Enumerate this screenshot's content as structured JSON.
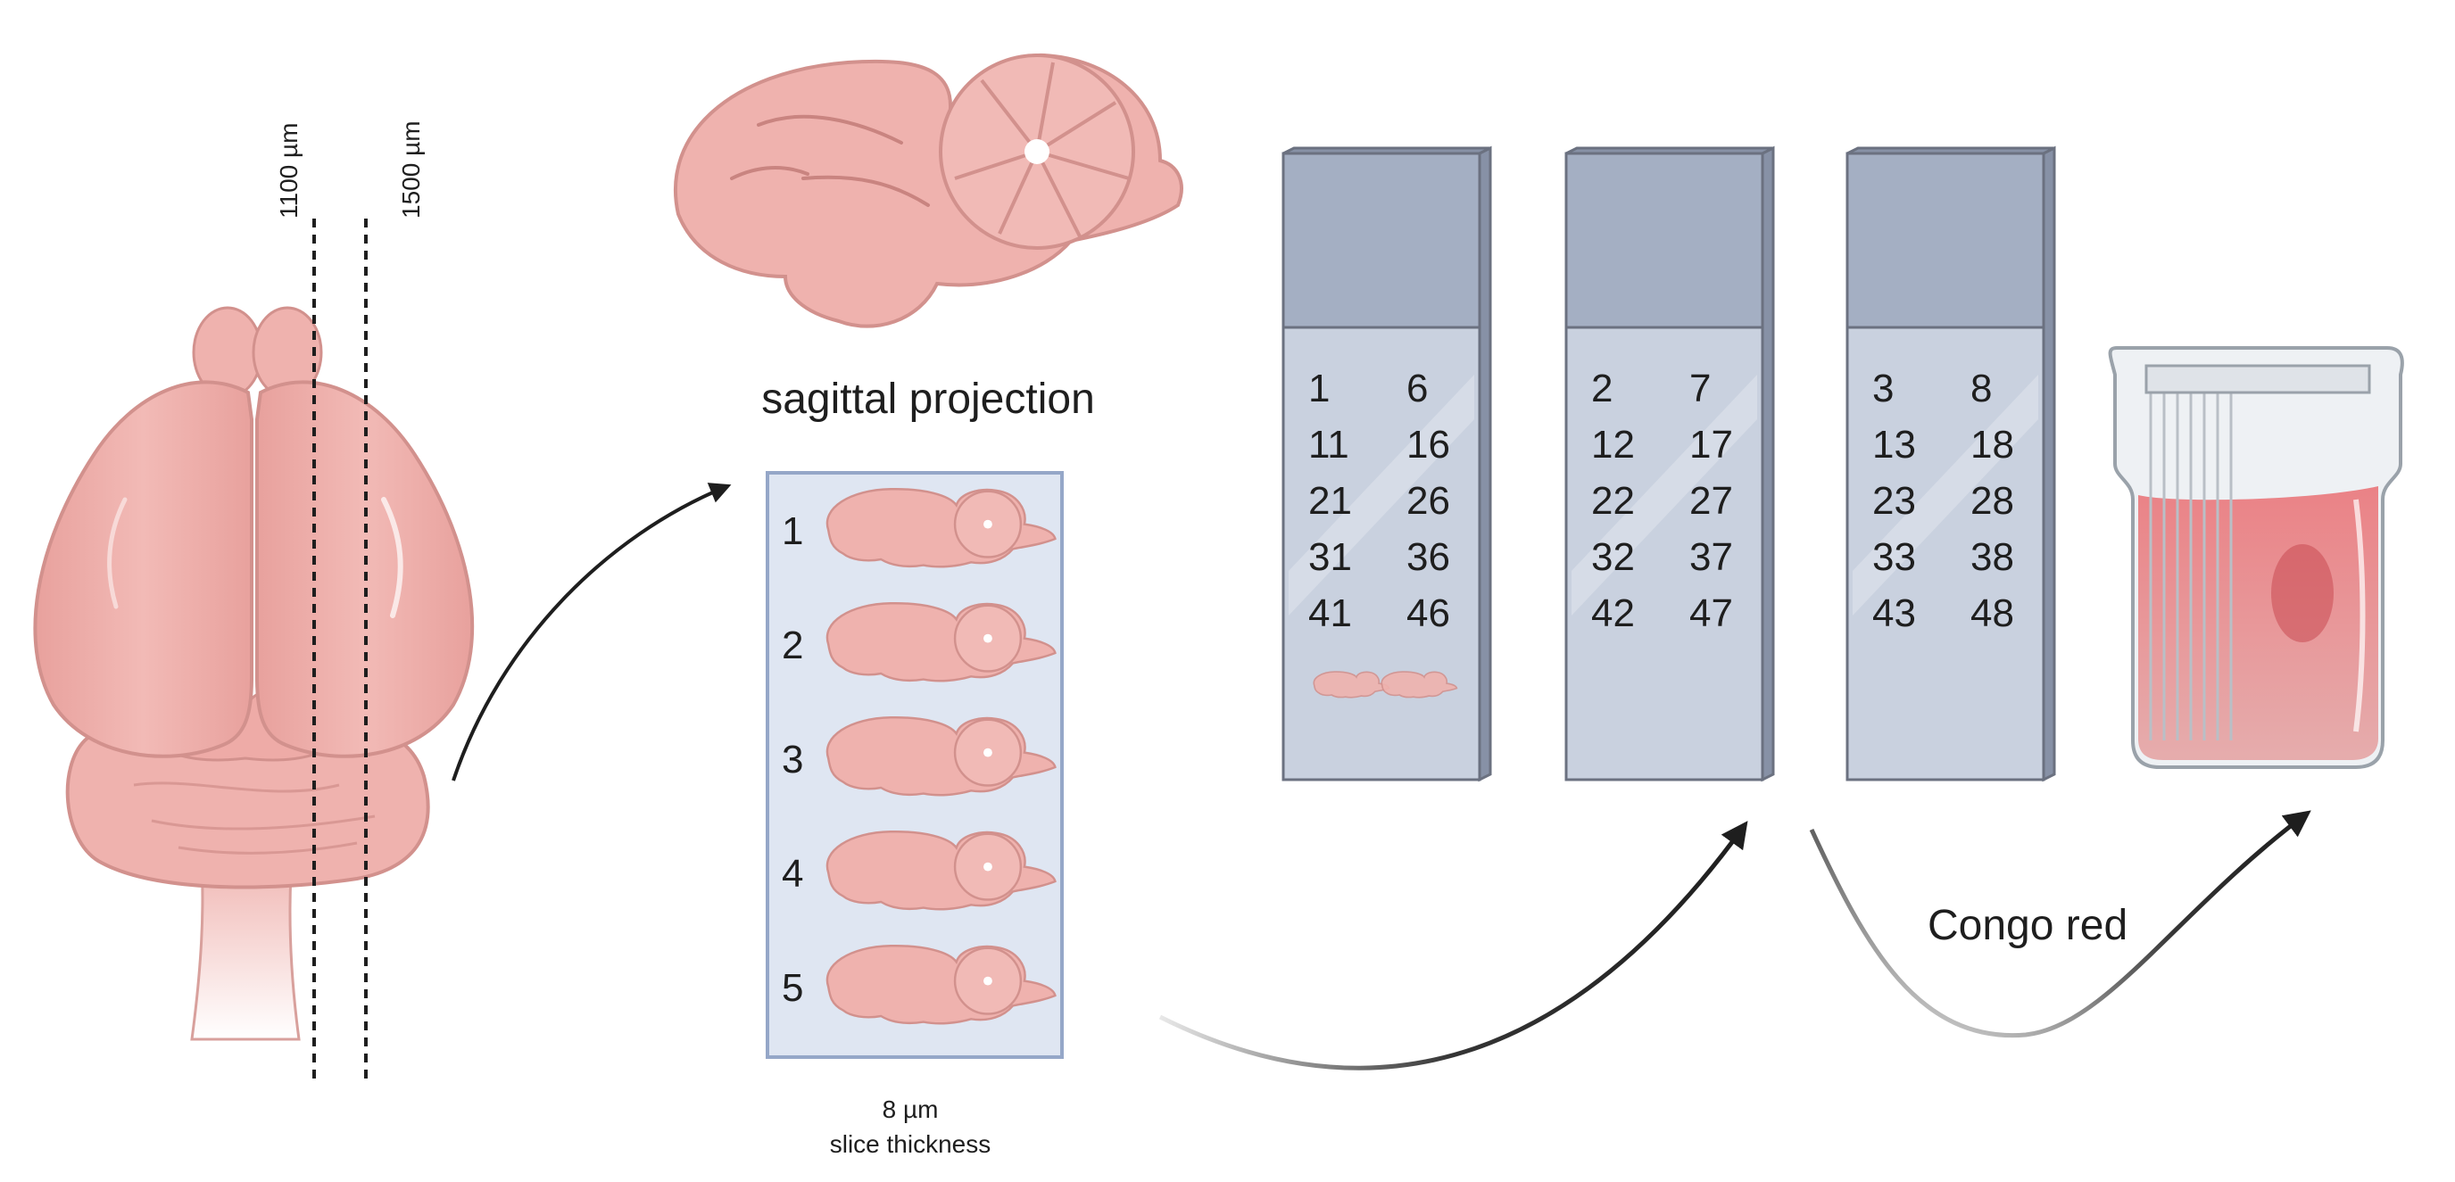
{
  "cut_lines": [
    "1100 µm",
    "1500 µm"
  ],
  "sagittal_label": "sagittal projection",
  "sections": [
    "1",
    "2",
    "3",
    "4",
    "5"
  ],
  "thickness": {
    "value": "8 µm",
    "label": "slice thickness"
  },
  "slides": [
    {
      "rows": [
        [
          "1",
          "6"
        ],
        [
          "11",
          "16"
        ],
        [
          "21",
          "26"
        ],
        [
          "31",
          "36"
        ],
        [
          "41",
          "46"
        ]
      ]
    },
    {
      "rows": [
        [
          "2",
          "7"
        ],
        [
          "12",
          "17"
        ],
        [
          "22",
          "27"
        ],
        [
          "32",
          "37"
        ],
        [
          "42",
          "47"
        ]
      ]
    },
    {
      "rows": [
        [
          "3",
          "8"
        ],
        [
          "13",
          "18"
        ],
        [
          "23",
          "28"
        ],
        [
          "33",
          "38"
        ],
        [
          "43",
          "48"
        ]
      ]
    }
  ],
  "stain_label": "Congo red",
  "colors": {
    "tissue": "#efb2ae",
    "tissue_stroke": "#d2918d",
    "slide_frosted": "#a4afc3",
    "slide_glass": "#c9d1df",
    "slide_stroke": "#6b7180",
    "stain": "#e86f74",
    "panel_border": "#95a7c8",
    "panel_fill": "#dfe6f2"
  }
}
